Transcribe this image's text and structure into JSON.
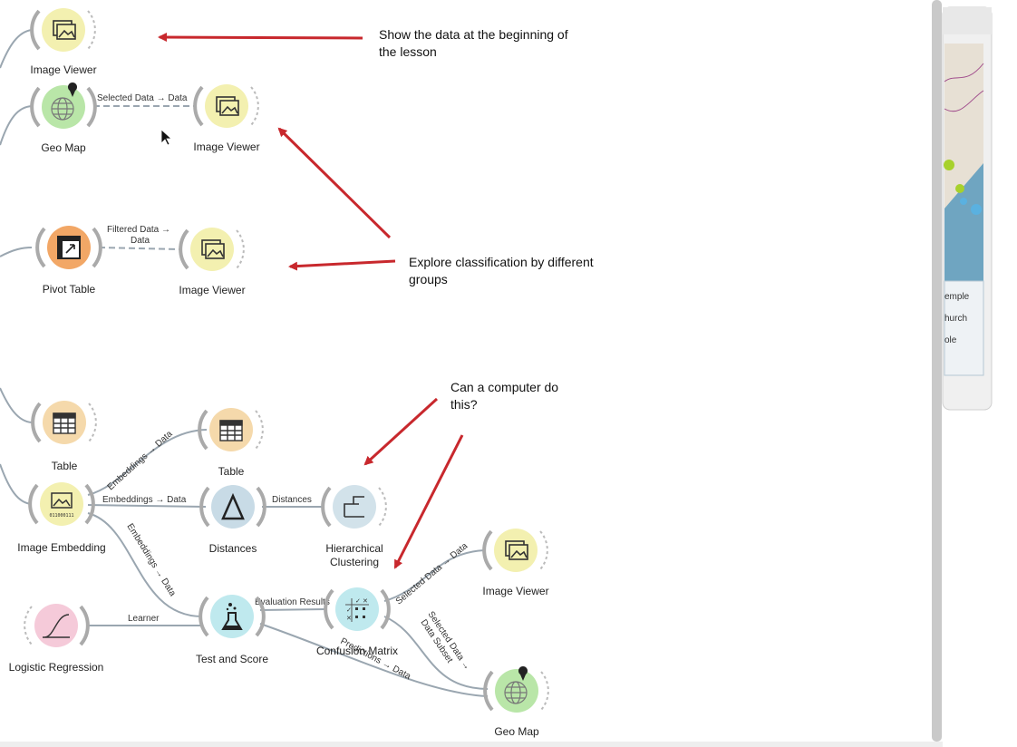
{
  "canvas": {
    "nodes": {
      "image_viewer_1": "Image Viewer",
      "geo_map_1": "Geo Map",
      "image_viewer_2": "Image Viewer",
      "pivot_table": "Pivot Table",
      "image_viewer_3": "Image Viewer",
      "table_1": "Table",
      "table_2": "Table",
      "image_embedding": "Image Embedding",
      "distances": "Distances",
      "hierarchical_clustering_line1": "Hierarchical",
      "hierarchical_clustering_line2": "Clustering",
      "image_viewer_4": "Image Viewer",
      "logistic_regression": "Logistic Regression",
      "test_and_score": "Test and Score",
      "confusion_matrix": "Confusion Matrix",
      "geo_map_2": "Geo Map"
    },
    "links": {
      "selected_data_1": "Selected Data → Data",
      "filtered_data_1": "Filtered Data →",
      "filtered_data_2": "Data",
      "embeddings_table": "Embeddings → Data",
      "embeddings_distances": "Embeddings → Data",
      "distances_clustering": "Distances",
      "embeddings_test": "Embeddings → Data",
      "learner": "Learner",
      "evaluation_results": "Evaluation Results",
      "selected_data_2": "Selected Data → Data",
      "predictions": "Predictions → Data",
      "selected_data_3": "Selected Data →",
      "data_subset": "Data Subset"
    },
    "annotations": {
      "note_1_line1": "Show the data at the beginning of",
      "note_1_line2": "the lesson",
      "note_2_line1": "Explore classification by different",
      "note_2_line2": "groups",
      "note_3_line1": "Can a computer do",
      "note_3_line2": "this?"
    }
  },
  "background_window": {
    "legend_items": [
      "emple",
      "hurch",
      "ole"
    ]
  },
  "colors": {
    "image_viewer": "#f3f0b0",
    "geo_map": "#b9e6a8",
    "pivot_table": "#f2a766",
    "table": "#f5d9ab",
    "image_embedding": "#f3f0b0",
    "distances": "#c8dbe6",
    "clustering": "#d2e2ea",
    "logistic_regression": "#f5cad9",
    "test_and_score": "#bfe9ee",
    "confusion_matrix": "#bfe9ee",
    "arrow": "#c8282d",
    "link": "#9aa6b0"
  }
}
